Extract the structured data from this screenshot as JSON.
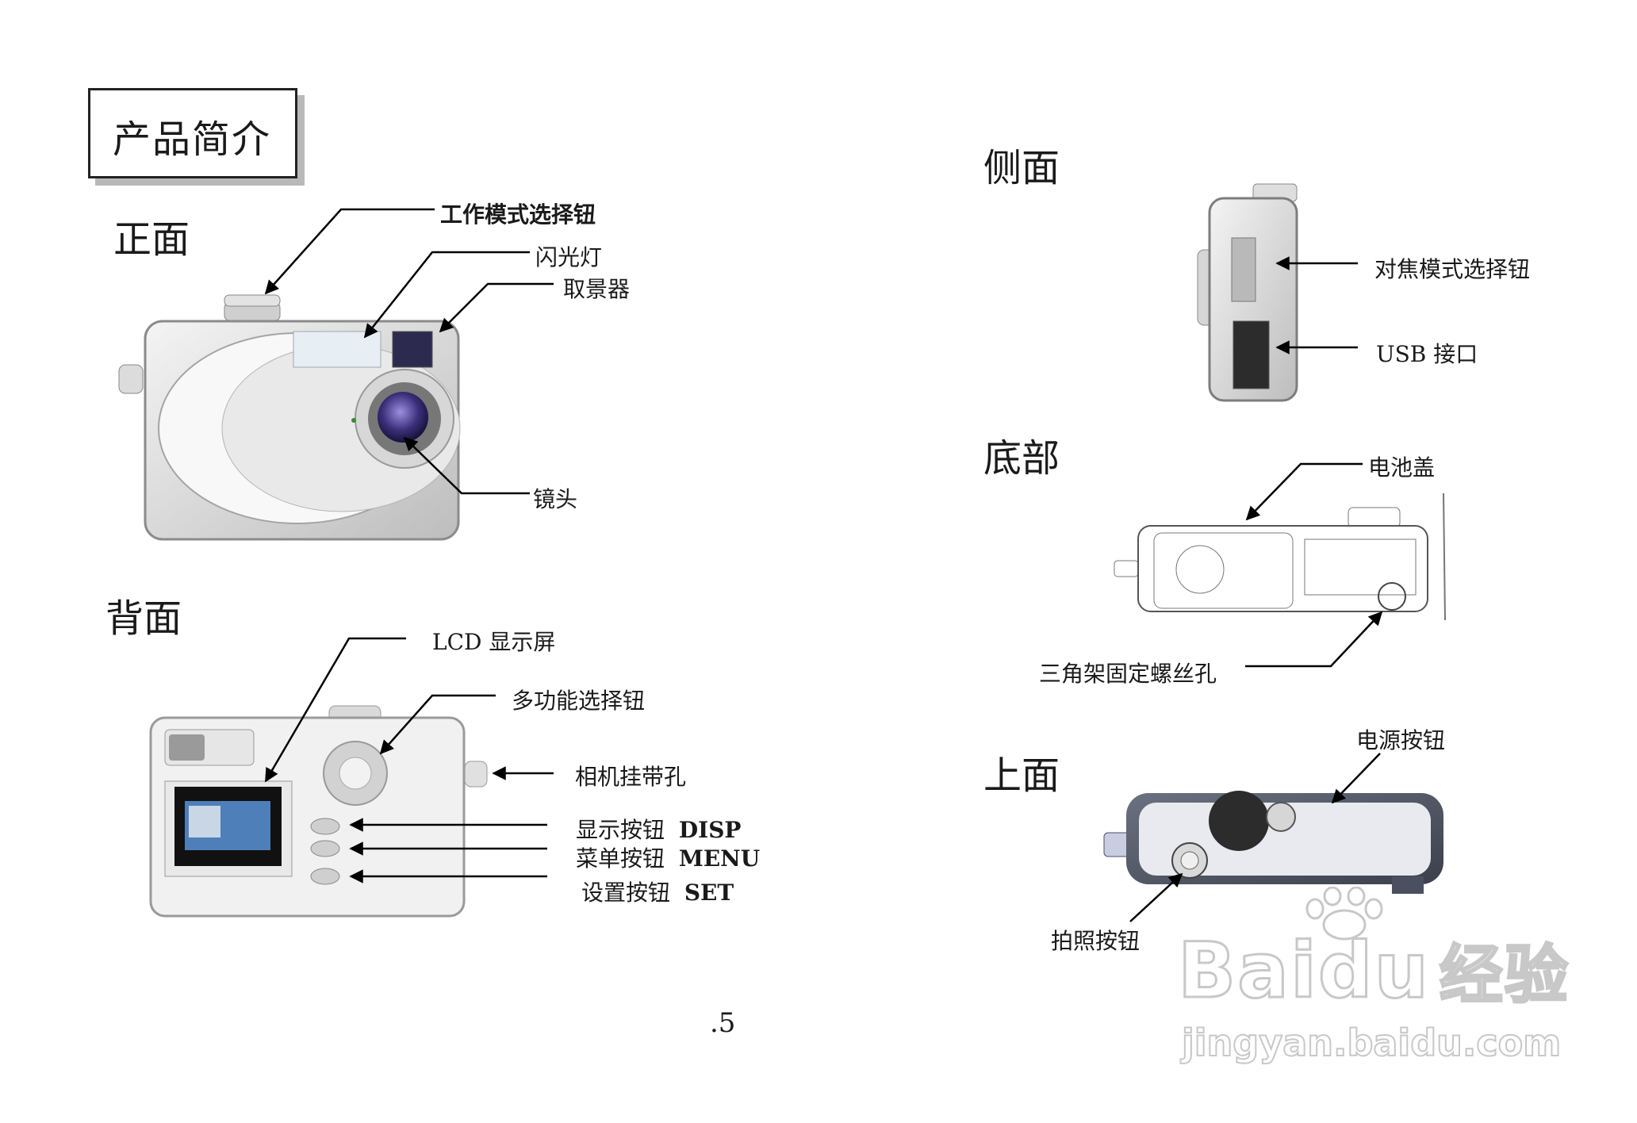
{
  "header": {
    "title": "产品简介"
  },
  "sections": {
    "front": "正面",
    "back": "背面",
    "side": "侧面",
    "bottom": "底部",
    "top": "上面"
  },
  "front_labels": {
    "mode_dial": "工作模式选择钮",
    "flash": "闪光灯",
    "viewfinder": "取景器",
    "lens": "镜头"
  },
  "back_labels": {
    "lcd": "LCD 显示屏",
    "multi_selector": "多功能选择钮",
    "strap_hole": "相机挂带孔",
    "disp_button": "显示按钮",
    "disp_code": "DISP",
    "menu_button": "菜单按钮",
    "menu_code": "MENU",
    "set_button": "设置按钮",
    "set_code": "SET"
  },
  "side_labels": {
    "focus_mode": "对焦模式选择钮",
    "usb_port": "USB 接口"
  },
  "bottom_labels": {
    "battery_cover": "电池盖",
    "tripod_socket": "三角架固定螺丝孔"
  },
  "top_labels": {
    "power_button": "电源按钮",
    "shutter_button": "拍照按钮"
  },
  "footer": {
    "page_number": ".5"
  },
  "watermark": {
    "brand": "Baidu",
    "product": "经验",
    "url": "jingyan.baidu.com"
  }
}
